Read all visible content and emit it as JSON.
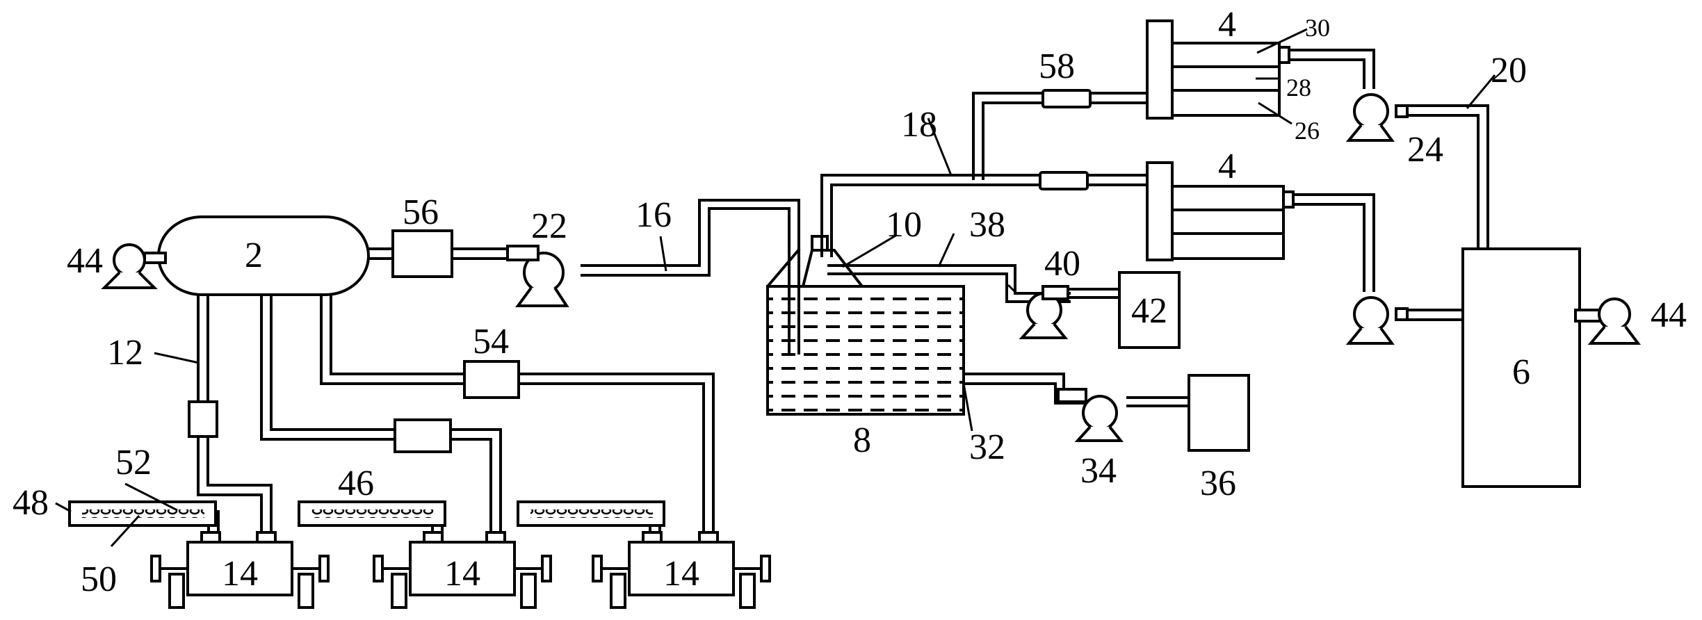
{
  "labels": {
    "vessel_2": "2",
    "cylinder_top": "4",
    "cylinder_bottom": "4",
    "tank_6": "6",
    "tank_8": "8",
    "cone_10": "10",
    "pipe_12": "12",
    "unit_14_a": "14",
    "unit_14_b": "14",
    "unit_14_c": "14",
    "pipe_16": "16",
    "pipe_18": "18",
    "pipe_20": "20",
    "pump_22": "22",
    "pump_24": "24",
    "part_26": "26",
    "part_28": "28",
    "part_30": "30",
    "pipe_32": "32",
    "pump_34": "34",
    "box_36": "36",
    "pipe_38": "38",
    "pump_40": "40",
    "box_42": "42",
    "pump_44_left": "44",
    "pump_44_right": "44",
    "heater_46": "46",
    "heater_48": "48",
    "part_50": "50",
    "part_52": "52",
    "valve_54": "54",
    "valve_56": "56",
    "valve_58": "58"
  }
}
